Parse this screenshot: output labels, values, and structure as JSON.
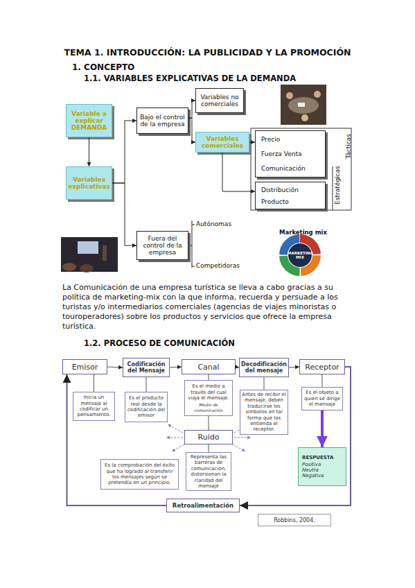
{
  "diagram": {
    "title": "TEMA 1. INTRODUCCIÓN: LA PUBLICIDAD Y LA PROMOCIÓN",
    "nodes": [
      {
        "text": [
          "Variable a explicar DEMANDA"
        ]
      },
      {
        "text": [
          "Variables explicativas"
        ]
      },
      {
        "text": [
          "Bajo el control de la empresa"
        ]
      },
      {
        "text": [
          "Variables no comerciales"
        ]
      },
      {
        "text": [
          "Variables comerciales"
        ]
      },
      {
        "text": [
          "Precio",
          "Fuerza Venta",
          "Comunicación"
        ]
      },
      {
        "text": [
          "Distribución",
          "Producto"
        ]
      },
      {
        "text": [
          "Fuera del control de la empresa"
        ]
      },
      {
        "text": [
          "Emisor"
        ]
      },
      {
        "text": [
          "Inicia un mensaje al codificar un pensamiento."
        ]
      },
      {
        "text": [
          "Codificación del Mensaje"
        ]
      },
      {
        "text": [
          "Es el producto real desde la codificación del emisor"
        ]
      },
      {
        "text": [
          "Canal"
        ]
      },
      {
        "text": [
          "Es el medio a través del cual viaja el mensaje.",
          "Medio de comunicación"
        ]
      },
      {
        "text": [
          "Decodificación del mensaje"
        ]
      },
      {
        "text": [
          "Antes de recibir el mensaje, deben traducirse los símbolos en tal forma que los entienda el receptor."
        ]
      },
      {
        "text": [
          "Receptor"
        ]
      },
      {
        "text": [
          "Es el objeto a quien se dirige el mensaje"
        ]
      },
      {
        "text": [
          "RESPUESTA",
          "Positiva",
          "Neutra",
          "Negativa"
        ]
      },
      {
        "text": [
          "Ruido"
        ]
      },
      {
        "text": [
          "Representa las barreras de comunicación, distorsionan la claridad del mensaje"
        ]
      },
      {
        "text": [
          "Es la comprobación del éxito que ha logrado al transferir los mensajes según se pretendía en un principio."
        ]
      },
      {
        "text": [
          "Retroalimentación"
        ]
      },
      {
        "text": [
          "Robbins, 2004."
        ]
      }
    ],
    "edges": [
      {
        "from": 0,
        "to": 1,
        "arrow": "to"
      },
      {
        "from": 1,
        "to": 2,
        "arrow": "to"
      },
      {
        "from": 1,
        "to": 7,
        "arrow": "to"
      },
      {
        "from": 2,
        "to": 3,
        "arrow": "to"
      },
      {
        "from": 2,
        "to": 4,
        "arrow": "to"
      },
      {
        "from": 4,
        "to": 5,
        "arrow": "to"
      },
      {
        "from": 4,
        "to": 6,
        "arrow": "to"
      },
      {
        "from": 8,
        "to": 10,
        "arrow": "to"
      },
      {
        "from": 10,
        "to": 12,
        "arrow": "to"
      },
      {
        "from": 12,
        "to": 14,
        "arrow": "to"
      },
      {
        "from": 14,
        "to": 16,
        "arrow": "to"
      },
      {
        "from": 8,
        "to": 9,
        "arrow": "none"
      },
      {
        "from": 10,
        "to": 11,
        "arrow": "none"
      },
      {
        "from": 12,
        "to": 13,
        "arrow": "none"
      },
      {
        "from": 14,
        "to": 15,
        "arrow": "none"
      },
      {
        "from": 16,
        "to": 17,
        "arrow": "none"
      },
      {
        "from": 17,
        "to": 18,
        "arrow": "to"
      },
      {
        "from": 13,
        "to": 19,
        "arrow": "none"
      },
      {
        "from": 19,
        "to": 20,
        "arrow": "none"
      },
      {
        "from": 16,
        "to": 22,
        "arrow": "to"
      },
      {
        "from": 22,
        "to": 8,
        "arrow": "to"
      }
    ],
    "labels": [
      "1. CONCEPTO",
      "1.1. VARIABLES EXPLICATIVAS DE LA DEMANDA",
      "Tácticas",
      "Estratégicas",
      "Autónomas",
      "Competidoras",
      "Marketing mix",
      "MARKETING MIX",
      "La Comunicación de una empresa turística se lleva a cabo gracias a su política de marketing-mix con la que informa, recuerda y persuade a los turistas y/o intermediarios comerciales (agencias de viajes minoristas o touroperadores) sobre los productos y servicios que ofrece la empresa turística.",
      "1.2. PROCESO DE COMUNICACIÓN"
    ]
  }
}
